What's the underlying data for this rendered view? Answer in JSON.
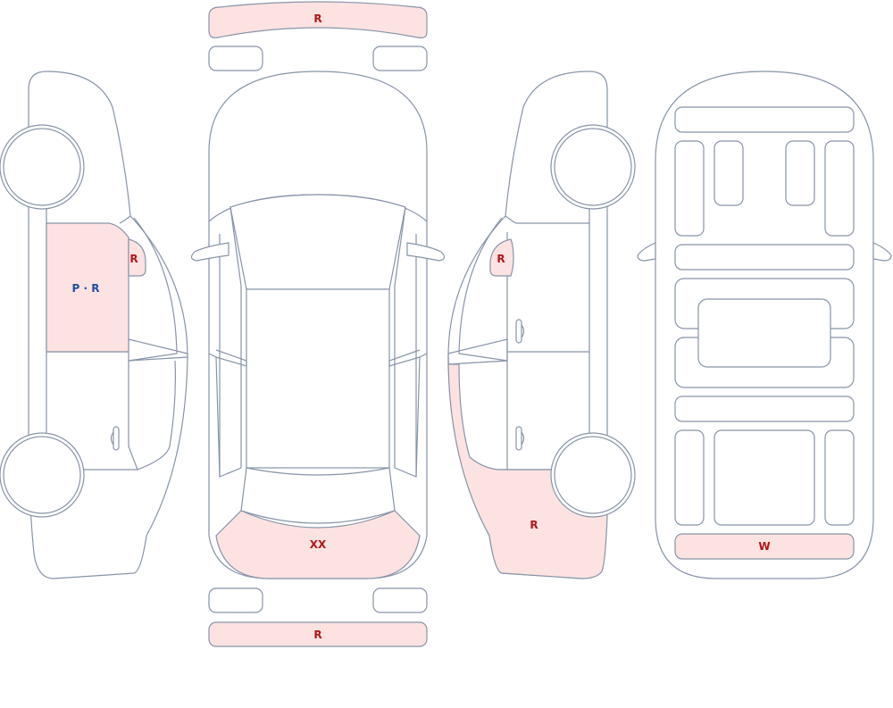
{
  "colors": {
    "outline": "#8794a8",
    "damage_fill": "#fde2e2",
    "label_red": "#b01818",
    "label_blue": "#1f4fa8",
    "background": "#ffffff"
  },
  "damage_marks": {
    "front_bumper": "R",
    "rear_bumper": "R",
    "hood_front": "XX",
    "left_front_door": "P · R",
    "left_mirror": "R",
    "right_mirror": "R",
    "right_rear_quarter": "R",
    "underbody_rear": "W"
  }
}
